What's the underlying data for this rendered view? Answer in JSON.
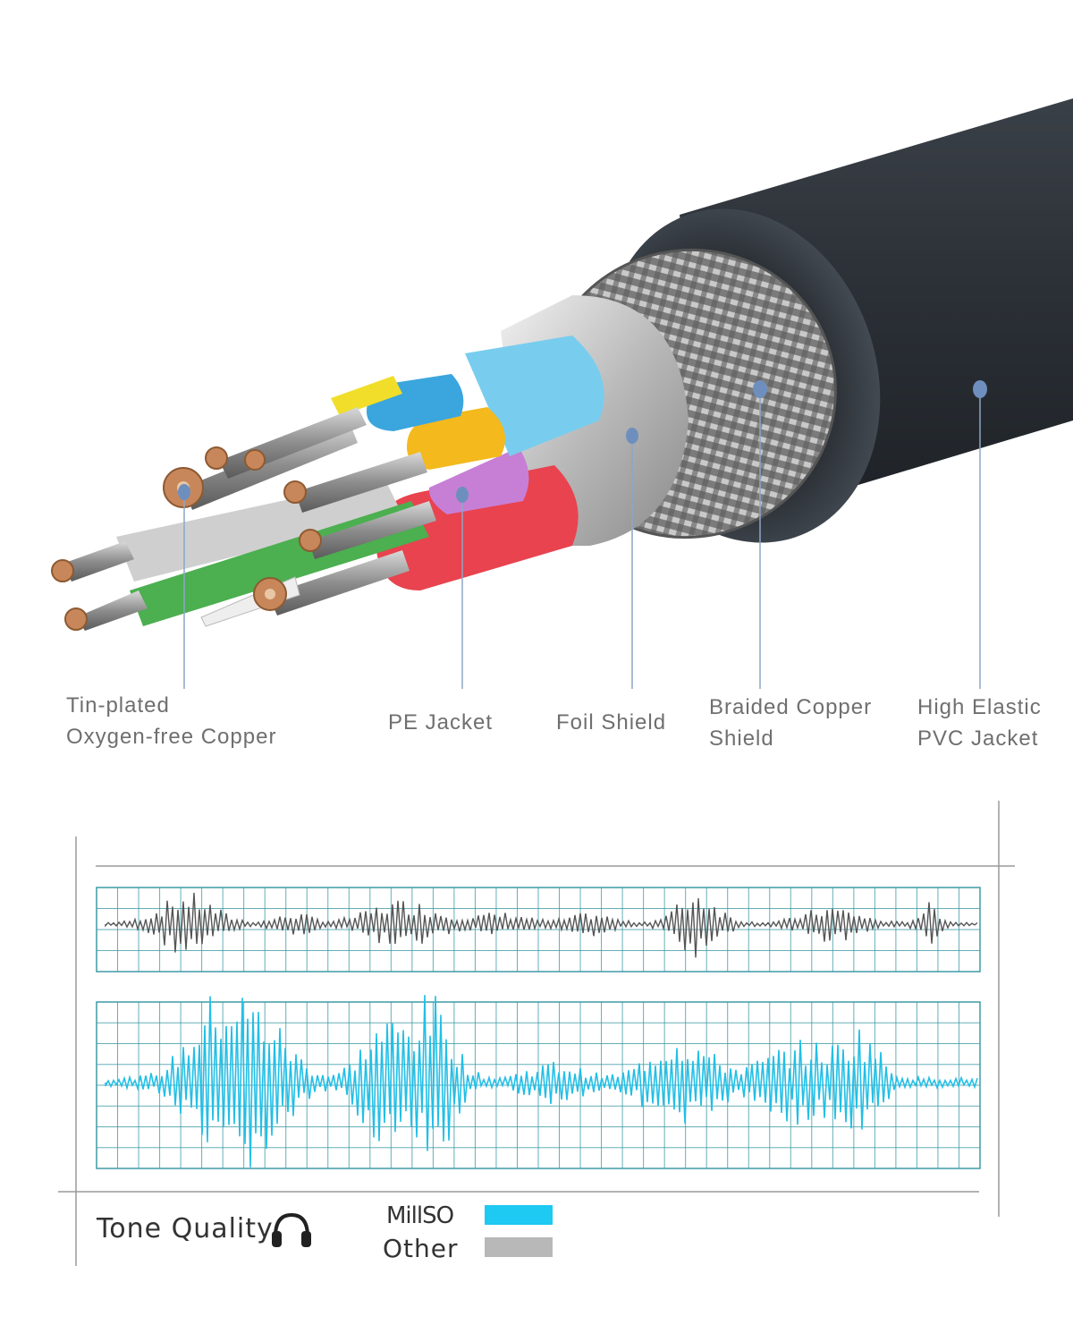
{
  "labels": {
    "conductor": [
      "Tin-plated",
      "Oxygen-free Copper"
    ],
    "pe_jacket": [
      "PE Jacket"
    ],
    "foil_shield": [
      "Foil Shield"
    ],
    "braided_shield": [
      "Braided Copper",
      "Shield"
    ],
    "pvc_jacket": [
      "High Elastic",
      "PVC Jacket"
    ]
  },
  "legend": {
    "tone_quality": "Tone Quality",
    "millso": "MillSO",
    "other": "Other"
  },
  "icons": {
    "headphones": "headphones-icon"
  },
  "colors": {
    "label_text": "#6f6f6f",
    "callout_line": "#8ea6c8",
    "callout_dot": "#6e8fbe",
    "jacket": "#2b3036",
    "grid": "#3f9aa6",
    "wave_millso": "#22bfe6",
    "wave_other": "#555555",
    "swatch_millso": "#1ec9f2",
    "swatch_other": "#b8b8b8"
  }
}
